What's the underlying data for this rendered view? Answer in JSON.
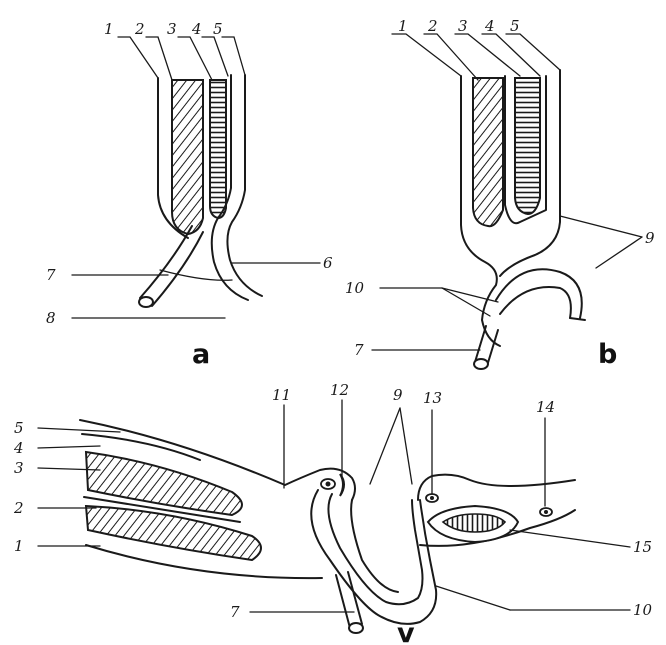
{
  "panels": {
    "a": {
      "label": "a",
      "numbers": [
        "1",
        "2",
        "3",
        "4",
        "5",
        "6",
        "7",
        "8"
      ]
    },
    "b": {
      "label": "b",
      "numbers": [
        "1",
        "2",
        "3",
        "4",
        "5",
        "9",
        "10",
        "7"
      ]
    },
    "v": {
      "label": "v",
      "numbers": [
        "5",
        "4",
        "3",
        "2",
        "1",
        "11",
        "12",
        "9",
        "13",
        "14",
        "15",
        "7",
        "10"
      ]
    }
  },
  "colors": {
    "ink": "#1a1a1a",
    "background": "#ffffff"
  }
}
